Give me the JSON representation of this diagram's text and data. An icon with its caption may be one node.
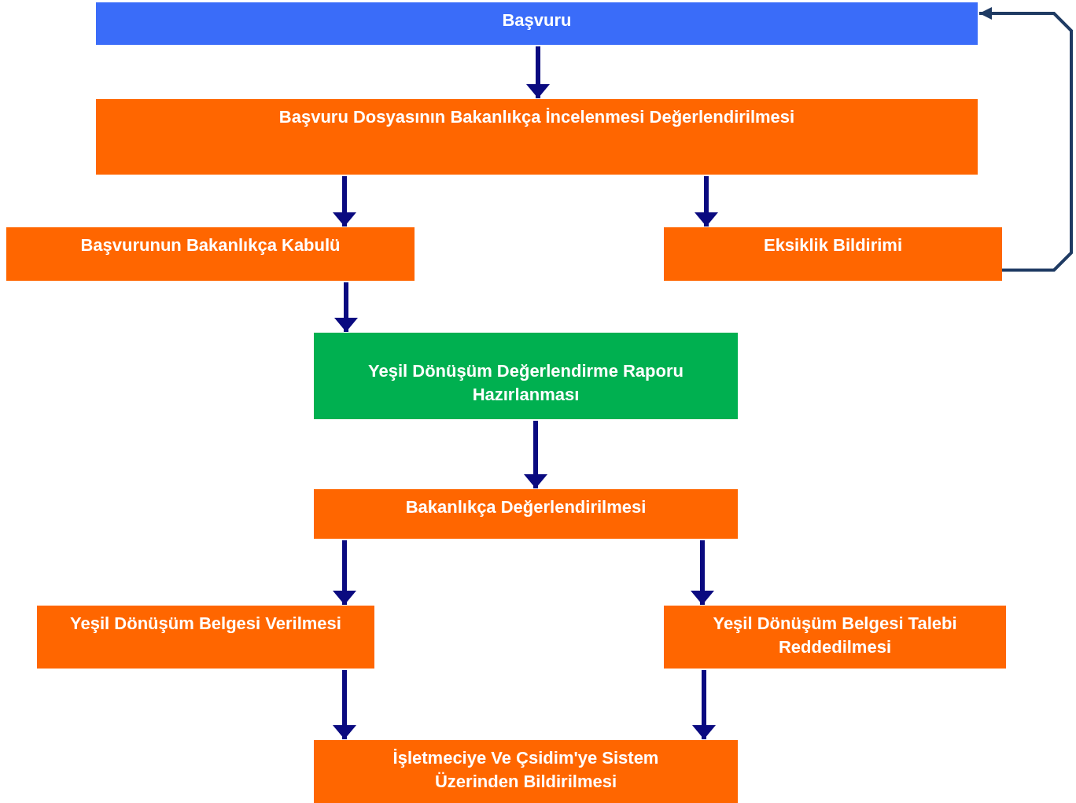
{
  "diagram": {
    "nodes": [
      {
        "text": [
          "Başvuru"
        ]
      },
      {
        "text": [
          "Başvuru Dosyasının Bakanlıkça İncelenmesi Değerlendirilmesi"
        ]
      },
      {
        "text": [
          "Başvurunun Bakanlıkça Kabulü"
        ]
      },
      {
        "text": [
          "Eksiklik Bildirimi"
        ]
      },
      {
        "text": [
          "Yeşil Dönüşüm Değerlendirme Raporu Hazırlanması"
        ]
      },
      {
        "text": [
          "Bakanlıkça Değerlendirilmesi"
        ]
      },
      {
        "text": [
          "Yeşil Dönüşüm Belgesi Verilmesi"
        ]
      },
      {
        "text": [
          "Yeşil Dönüşüm Belgesi Talebi Reddedilmesi"
        ]
      },
      {
        "text": [
          "İşletmeciye Ve Çsidim'ye Sistem Üzerinden Bildirilmesi"
        ]
      }
    ],
    "edges": [
      {
        "from": 0,
        "to": 1,
        "arrow": "to"
      },
      {
        "from": 1,
        "to": 2,
        "arrow": "to"
      },
      {
        "from": 1,
        "to": 3,
        "arrow": "to"
      },
      {
        "from": 2,
        "to": 4,
        "arrow": "to"
      },
      {
        "from": 4,
        "to": 5,
        "arrow": "to"
      },
      {
        "from": 5,
        "to": 6,
        "arrow": "to"
      },
      {
        "from": 5,
        "to": 7,
        "arrow": "to"
      },
      {
        "from": 6,
        "to": 8,
        "arrow": "to"
      },
      {
        "from": 7,
        "to": 8,
        "arrow": "to"
      },
      {
        "from": 3,
        "to": 0,
        "arrow": "to",
        "color": "#1f3b63"
      }
    ]
  }
}
